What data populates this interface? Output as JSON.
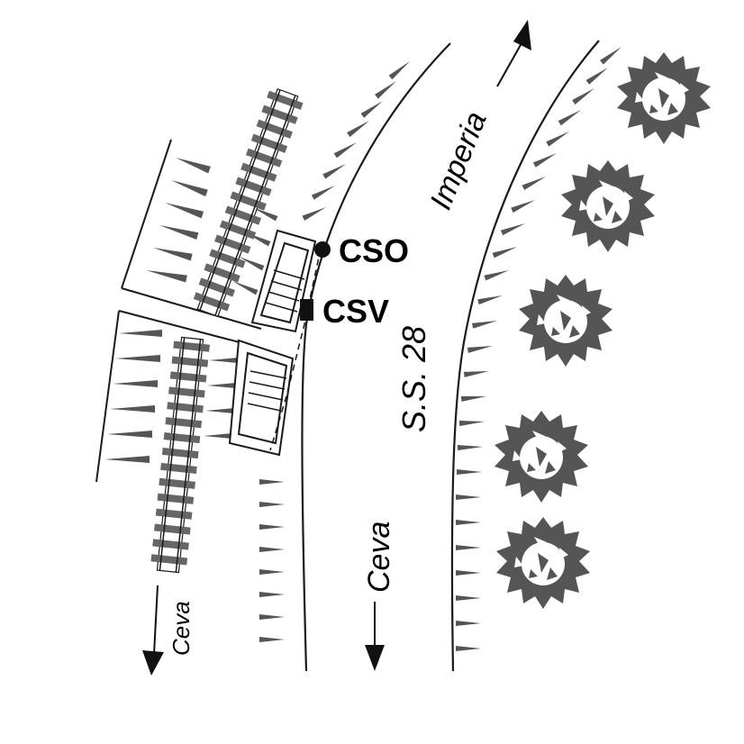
{
  "labels": {
    "station_cso": "CSO",
    "station_csv": "CSV",
    "road_name": "S.S. 28",
    "direction_north": "Imperia",
    "direction_south_road": "Ceva",
    "direction_south_rail": "Ceva"
  },
  "colors": {
    "line": "#1a1a1a",
    "tree_fill": "#555555",
    "slope_mark": "#555555",
    "rail_fill": "#666666",
    "background": "#ffffff"
  },
  "icons": [
    "tree-icon",
    "arrow-up-icon",
    "arrow-down-icon",
    "station-dot-icon",
    "station-square-icon"
  ]
}
